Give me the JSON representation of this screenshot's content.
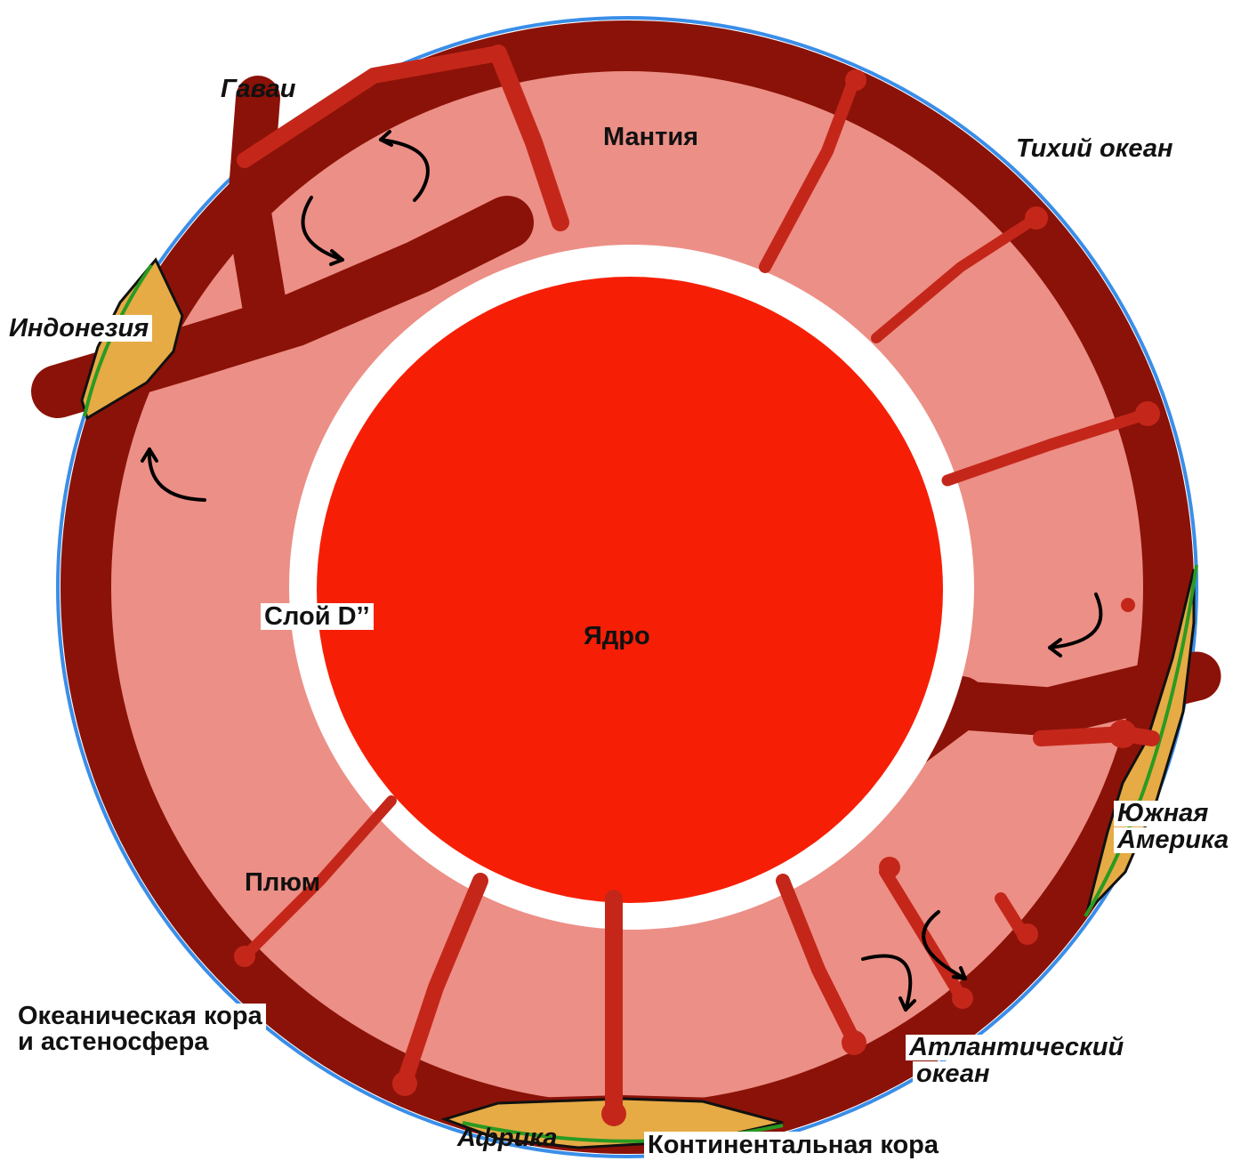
{
  "colors": {
    "mantle": "#ec8f86",
    "mantle_dark": "#e27c73",
    "crust_ring": "#8b1208",
    "plume": "#c4271a",
    "core": "#f61f05",
    "d_layer": "#ffffff",
    "continent": "#e6ab45",
    "ocean_outline": "#3a8ee8",
    "continent_outline": "#2a9a22",
    "arrow": "#000000"
  },
  "labels": {
    "hawaii": "Гаваи",
    "mantle": "Мантия",
    "pacific": "Тихий океан",
    "indonesia": "Индонезия",
    "d_layer": "Слой D’’",
    "core": "Ядро",
    "south_america_1": "Южная",
    "south_america_2": "Америка",
    "plume": "Плюм",
    "oceanic_crust_1": "Океаническая кора",
    "oceanic_crust_2": "и астеносфера",
    "atlantic_1": "Атлантический",
    "atlantic_2": "океан",
    "africa": "Африка",
    "continental_crust": "Континентальная кора"
  },
  "icons": {
    "rotation_arrow": "curved-arrow-icon"
  }
}
